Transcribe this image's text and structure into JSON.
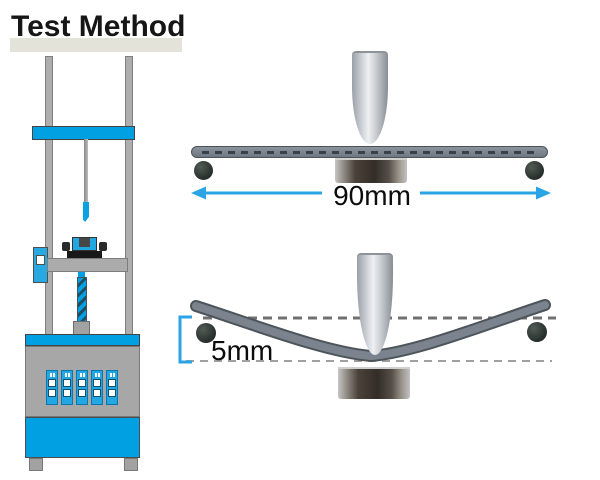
{
  "title": {
    "text": "Test Method"
  },
  "top_diagram": {
    "span_label": "90mm"
  },
  "bottom_diagram": {
    "deflection_label": "5mm"
  },
  "colors": {
    "accent_blue": "#00a0e3",
    "arrow_blue": "#2aa4e4",
    "highlight_bar": "#e3e3da",
    "specimen_gray": "#7b848e",
    "specimen_outline": "#4d555b",
    "roller_dark": "#2c3431",
    "machine_gray": "#a7a7a7"
  }
}
